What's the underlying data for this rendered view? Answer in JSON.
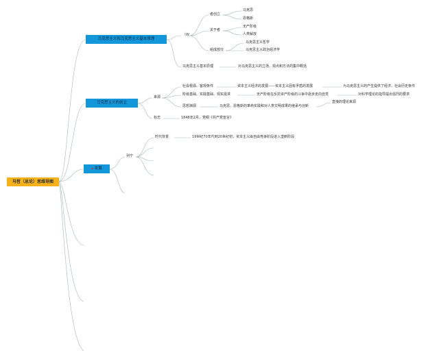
{
  "root": {
    "label": "马哲（总论）思维导图"
  },
  "branch1": {
    "label": "马克思主义和马克思主义基本原理",
    "w_label": "（W",
    "founders": {
      "label": "者创立",
      "items": [
        "马克思",
        "恩格斯"
      ]
    },
    "about": {
      "label": "关于者",
      "items": [
        "无产阶级",
        "人类解放"
      ]
    },
    "components": {
      "label": "组成部分",
      "items": [
        "马克思主义哲学",
        "马克思主义政治经济学"
      ]
    },
    "principle": {
      "label": "马克思主义基本原理",
      "desc": "对马克思主义的立场、观点和方法的集中概括"
    }
  },
  "branch2": {
    "label": "马克思主义的创立",
    "source": {
      "label": "来源",
      "row1": {
        "a": "社会根源、客观条件",
        "b": "资本主义经济的发展——资本主义固有矛盾的发展",
        "c": "为马克思主义的产生提供了经济、社会历史条件"
      },
      "row2": {
        "a": "阶级基础、实践基础、现实需求",
        "b": "无产阶级在反抗资产阶级的斗争中逐步走向自觉",
        "c": "对科学理论的指导提出强烈的要求"
      },
      "row3": {
        "a": "思想渊源",
        "b": "马克思、恩格斯的革命实践和对人类文明成果的继承与创新",
        "c": "直接的理论来源"
      }
    },
    "mark": {
      "label": "标志",
      "desc": "1848年2月，党纲《共产党宣言》"
    }
  },
  "branch3": {
    "label": "发展",
    "lenin": {
      "label": "列宁"
    },
    "era": {
      "label": "时代背景",
      "desc": "19世纪70年代到20世纪初，资本主义由自由竞争阶段进入垄断阶段"
    }
  }
}
